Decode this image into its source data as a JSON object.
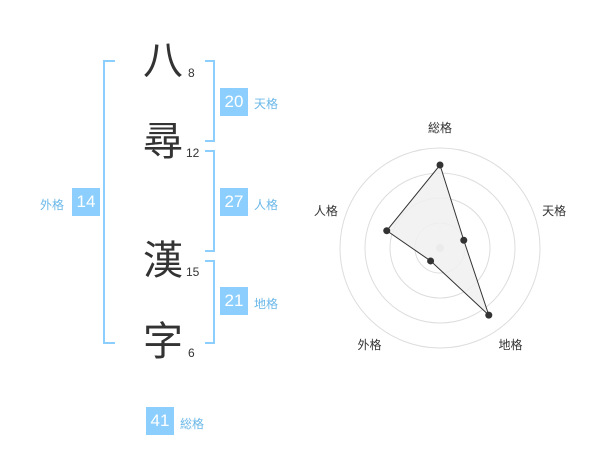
{
  "name_chars": [
    {
      "char": "八",
      "strokes": "8"
    },
    {
      "char": "尋",
      "strokes": "12"
    },
    {
      "char": "漢",
      "strokes": "15"
    },
    {
      "char": "字",
      "strokes": "6"
    }
  ],
  "fortunes": {
    "tenkaku": {
      "value": "20",
      "label": "天格"
    },
    "jinkaku": {
      "value": "27",
      "label": "人格"
    },
    "chikaku": {
      "value": "21",
      "label": "地格"
    },
    "gaikaku": {
      "value": "14",
      "label": "外格"
    },
    "soukaku": {
      "value": "41",
      "label": "総格"
    }
  },
  "chart_data": {
    "type": "radar",
    "axes": [
      "総格",
      "天格",
      "地格",
      "外格",
      "人格"
    ],
    "values": [
      0.83,
      0.25,
      0.83,
      0.16,
      0.56
    ],
    "range": [
      0,
      1
    ],
    "rings": 4,
    "fill_color": "#f0f0f0",
    "line_color": "#333333"
  }
}
